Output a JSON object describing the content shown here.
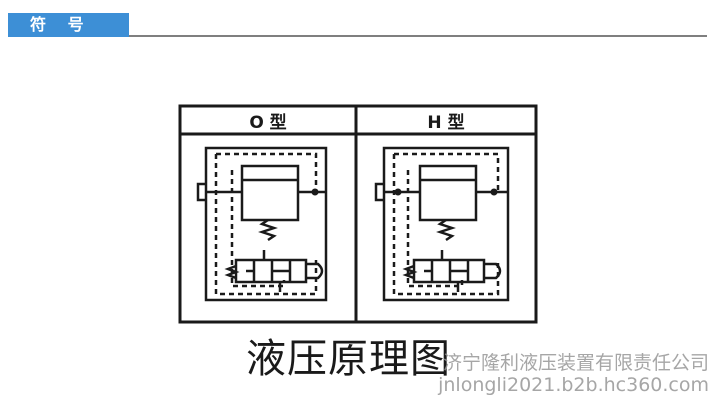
{
  "section": {
    "title": "符 号"
  },
  "diagram": {
    "columns": [
      {
        "label": "O 型"
      },
      {
        "label": "H 型"
      }
    ]
  },
  "caption": "液压原理图",
  "watermark": {
    "company": "济宁隆利液压装置有限责任公司",
    "url": "jnlongli2021.b2b.hc360.com"
  },
  "colors": {
    "accent": "#3d8fd6",
    "rule": "#7f7f7f",
    "ink": "#1a1a1a"
  }
}
